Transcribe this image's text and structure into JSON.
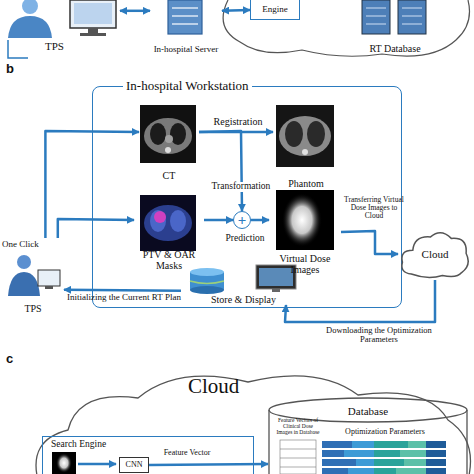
{
  "diagram": {
    "nodes": [
      {
        "text": [
          "TPS"
        ]
      },
      {
        "text": [
          "In-hospital Server"
        ]
      },
      {
        "text": [
          "Engine"
        ]
      },
      {
        "text": [
          "RT Database"
        ]
      },
      {
        "text": [
          "In-hospital Workstation"
        ]
      },
      {
        "text": [
          "CT"
        ],
        "in": 4
      },
      {
        "text": [
          "Phantom"
        ],
        "in": 4
      },
      {
        "text": [
          "PTV & OAR Masks"
        ],
        "in": 4
      },
      {
        "text": [
          "+"
        ],
        "in": 4
      },
      {
        "text": [
          "Virtual Dose Images"
        ],
        "in": 4
      },
      {
        "text": [
          "Store & Display"
        ],
        "in": 4
      },
      {
        "text": [
          "One Click",
          "TPS"
        ]
      },
      {
        "text": [
          "Cloud"
        ]
      },
      {
        "text": [
          "Cloud"
        ]
      },
      {
        "text": [
          "Database"
        ],
        "in": 13
      },
      {
        "text": [
          "Search Engine"
        ],
        "in": 13
      },
      {
        "text": [
          "CNN"
        ],
        "in": 15
      }
    ],
    "edges": [
      {
        "from": 0,
        "to": 1,
        "arrow": "both"
      },
      {
        "from": 1,
        "to": 2,
        "arrow": "both"
      },
      {
        "from": 5,
        "to": 6,
        "label": "Registration",
        "arrow": "to"
      },
      {
        "from": 5,
        "to": 8,
        "label": "Transformation",
        "arrow": "to"
      },
      {
        "from": 7,
        "to": 8,
        "arrow": "to"
      },
      {
        "from": 8,
        "to": 9,
        "label": "Prediction",
        "arrow": "to"
      },
      {
        "from": 11,
        "to": 5,
        "arrow": "to"
      },
      {
        "from": 11,
        "to": 7,
        "arrow": "to"
      },
      {
        "from": 9,
        "to": 12,
        "label": "Transferring Virtual Dose Images to Cloud",
        "arrow": "to"
      },
      {
        "from": 12,
        "to": 10,
        "label": "Downloading the Optimization Parameters",
        "arrow": "to"
      },
      {
        "from": 10,
        "to": 11,
        "label": "Initializing the Current RT Plan",
        "arrow": "to"
      },
      {
        "from": 16,
        "to": 14,
        "label": "Feature Vector",
        "arrow": "to"
      }
    ],
    "labels": [
      "b",
      "c",
      "Feature Vectors of Clinical Dose Images in Database",
      "Optimization Parameters"
    ]
  }
}
